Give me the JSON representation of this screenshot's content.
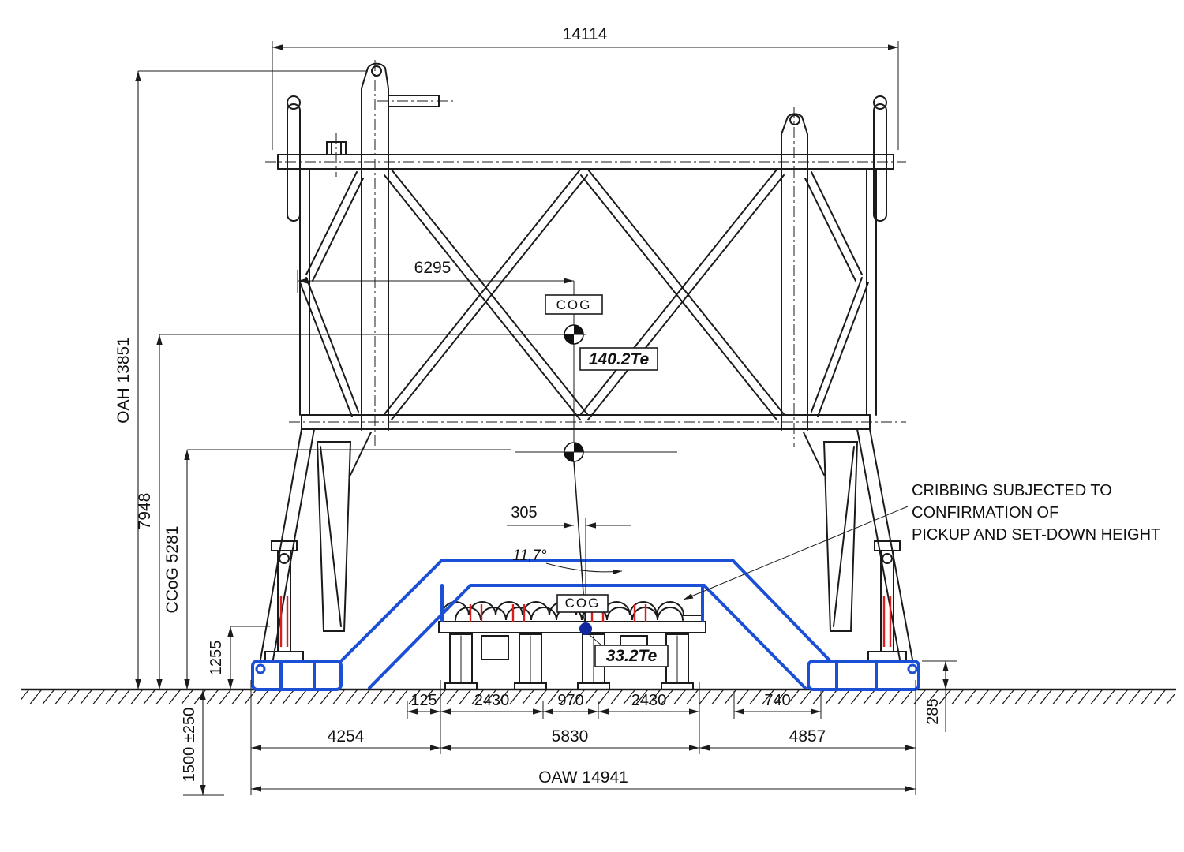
{
  "colors": {
    "line": "#1b1b1b",
    "cribbing_blue": "#1a4fd6",
    "marker_red": "#d81e1e",
    "cog_dot_blue": "#12279e"
  },
  "labels": {
    "cog_upper_box": "COG",
    "cog_lower_box": "COG",
    "weight_structure": "140.2Te",
    "weight_cribbing": "33.2Te",
    "tilt_angle": "11,7°"
  },
  "dims": {
    "top_width": "14114",
    "oah": "OAH 13851",
    "h_7948": "7948",
    "ccog": "CCoG 5281",
    "h_1255": "1255",
    "pickup_height": "1500 ±250",
    "cog_x": "6295",
    "cog_offset": "305",
    "d_125": "125",
    "d_2430_left": "2430",
    "d_970": "970",
    "d_2430_right": "2430",
    "d_740": "740",
    "d_4254": "4254",
    "d_5830": "5830",
    "d_4857": "4857",
    "d_285": "285",
    "oaw": "OAW 14941"
  },
  "note": {
    "line1": "CRIBBING SUBJECTED TO",
    "line2": "CONFIRMATION OF",
    "line3": "PICKUP AND SET-DOWN HEIGHT"
  }
}
